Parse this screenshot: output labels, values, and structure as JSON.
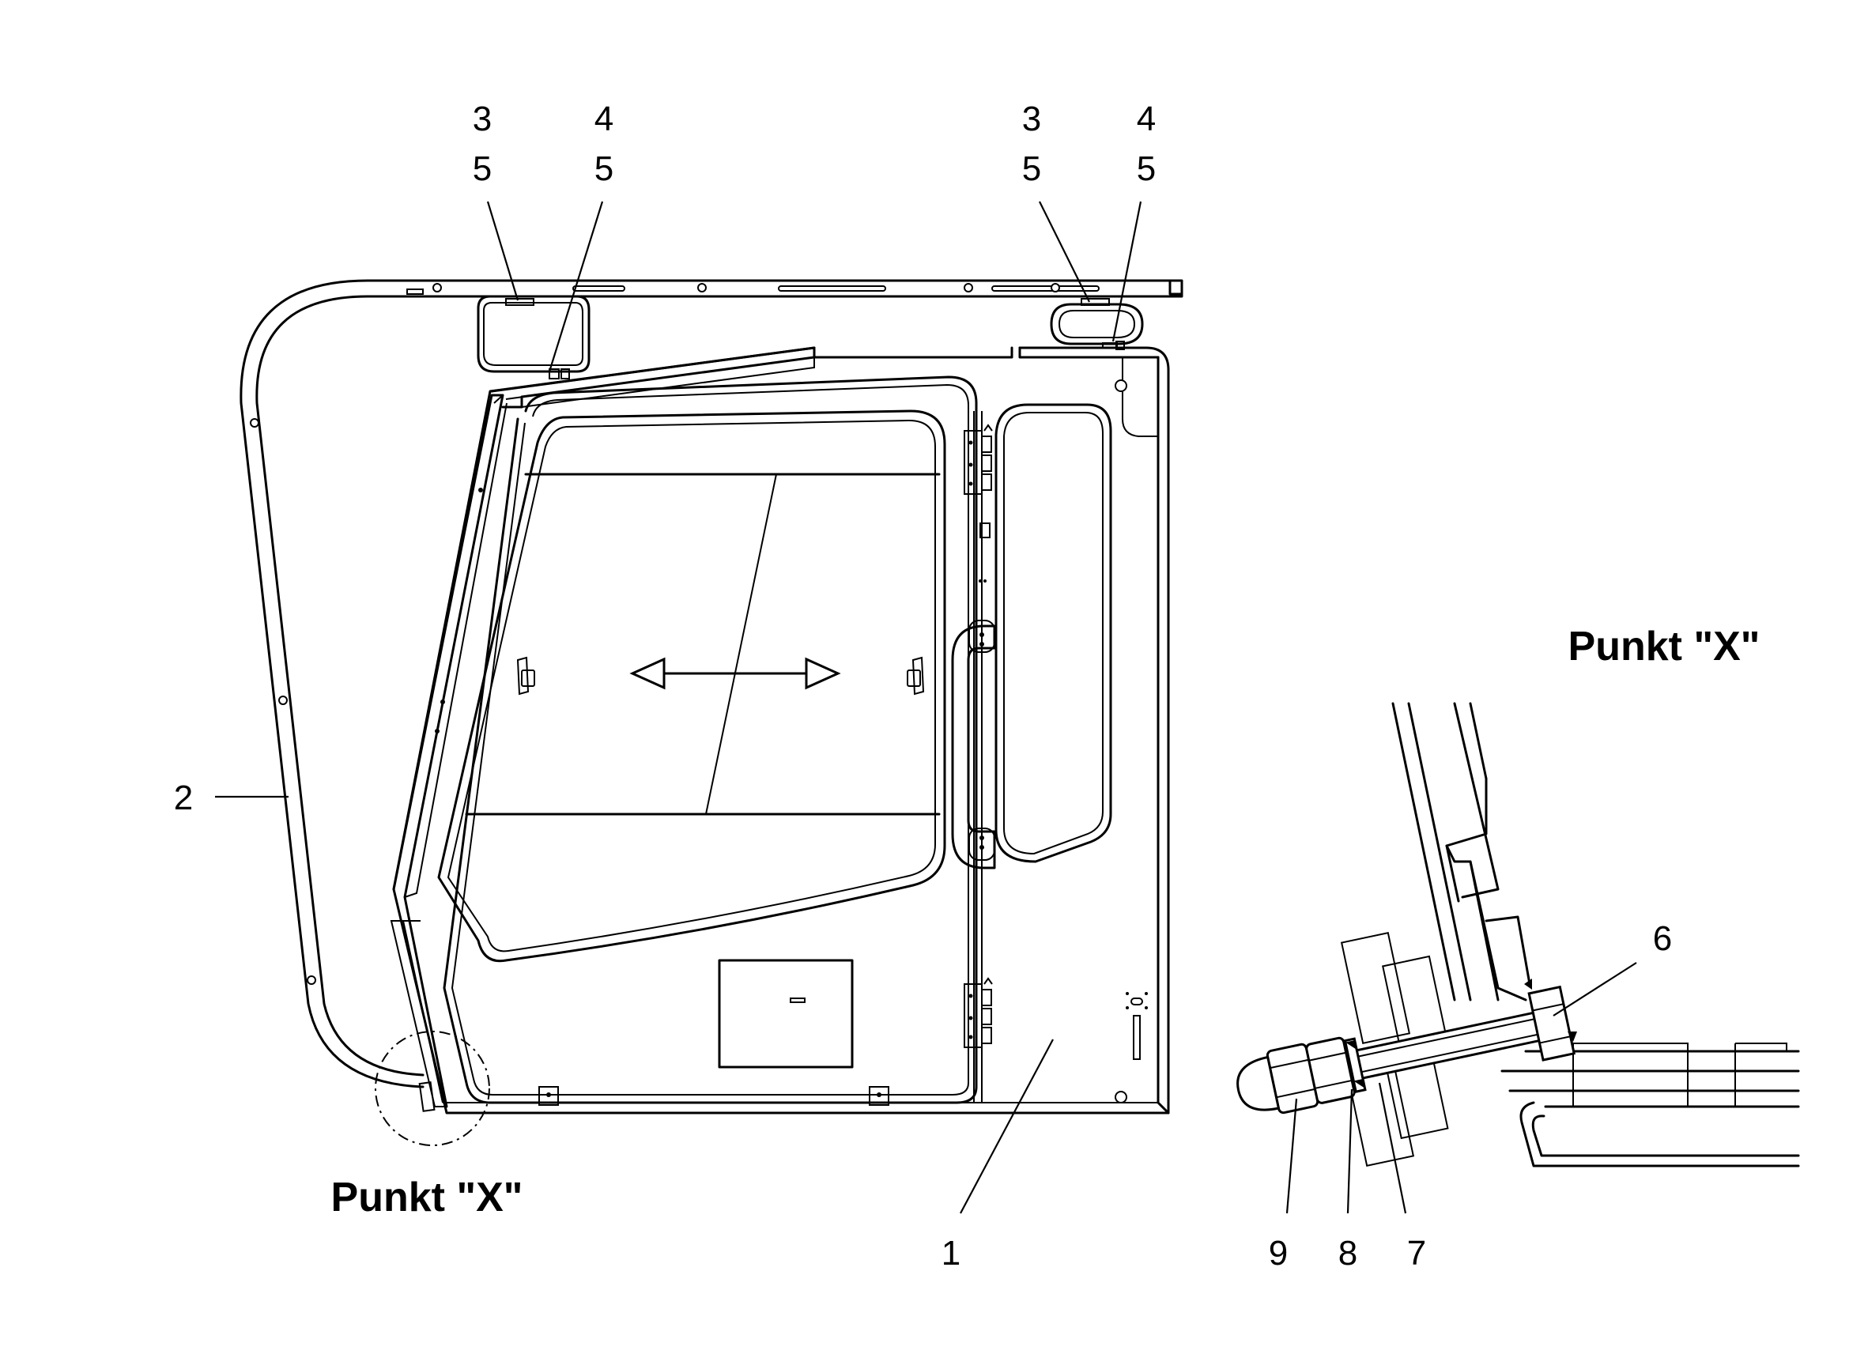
{
  "callouts": {
    "c1": "1",
    "c2": "2",
    "c3_left": "3",
    "c4_left": "4",
    "c5_left_a": "5",
    "c5_left_b": "5",
    "c3_right": "3",
    "c4_right": "4",
    "c5_right_a": "5",
    "c5_right_b": "5",
    "c6": "6",
    "c7": "7",
    "c8": "8",
    "c9": "9"
  },
  "detail_label_main": "Punkt \"X\"",
  "detail_label_view": "Punkt \"X\""
}
